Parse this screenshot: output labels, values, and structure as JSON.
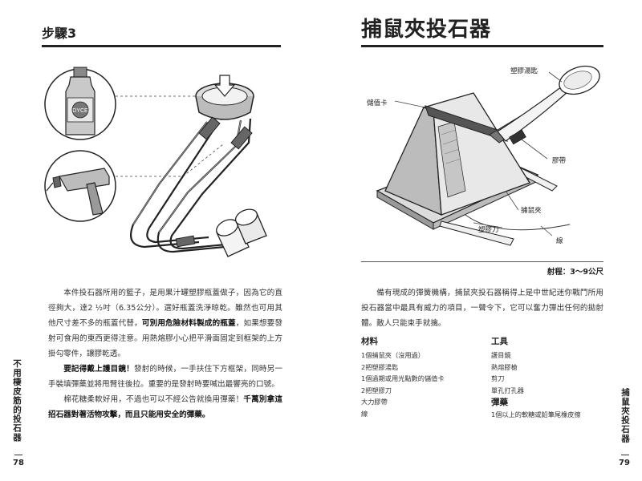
{
  "left_page": {
    "step_title": "步驟3",
    "bottle_label": "DYCE",
    "paragraphs": [
      {
        "p1": "本件投石器所用的籃子，是用果汁罐塑膠瓶蓋做子，因為它的直徑夠大，達2 ½吋（6.35公分）。選好瓶蓋洗淨晾乾。雖然也可用其他尺寸差不多的瓶蓋代替，",
        "b1": "可別用危險材料製成的瓶蓋",
        "p2": "，如果想要發射可食用的東西更得注意。用熱熔膠小心把平滑面固定到框架的上方掛勾零件，讓膠乾透。"
      },
      {
        "b1": "要記得戴上護目鏡！",
        "p2": "發射的時候，一手扶住下方框架，同時另一手裝填彈藥並將甩臂往後拉。重要的是發射時要喊出最響亮的口號。"
      },
      {
        "p1": "棉花糖柔軟好用，不過也可以不經公告就換用彈藥！",
        "b1": "千萬別拿這招石器對著活物攻擊，而且只能用安全的彈藥。"
      }
    ],
    "side_label": "不用棲皮筋的投石器",
    "page_number": "78"
  },
  "right_page": {
    "title": "捕鼠夾投石器",
    "callouts": {
      "spoon": "塑膠湯匙",
      "card": "儲值卡",
      "rubber_band": "膠帶",
      "trap": "捕鼠夾",
      "knife": "塑膠刀",
      "string": "線"
    },
    "range": "射程：3〜9公尺",
    "intro": "備有現成的彈簧機構，捕鼠夾投石器稱得上是中世紀迷你戰鬥所用投石器當中最具有威力的項目，一聲令下，它可以奮力彈出任何的拋射體。敵人只能束手就擒。",
    "materials": {
      "heading": "材料",
      "items": [
        "1個捕鼠夾（沒用過）",
        "2把塑膠湯匙",
        "1個過期或用光點數的儲值卡",
        "2把塑膠刀",
        "大力膠帶",
        "線"
      ]
    },
    "tools": {
      "heading": "工具",
      "items": [
        "護目鏡",
        "熱熔膠槍",
        "剪刀",
        "單孔打孔器"
      ]
    },
    "ammo": {
      "heading": "彈藥",
      "items": [
        "1個以上的軟糖或鉛筆尾橡皮擦"
      ]
    },
    "side_label": "捕鼠夾投石器",
    "page_number": "79"
  },
  "colors": {
    "text": "#222222",
    "rule": "#222222",
    "metal": "#9a9a9a"
  }
}
